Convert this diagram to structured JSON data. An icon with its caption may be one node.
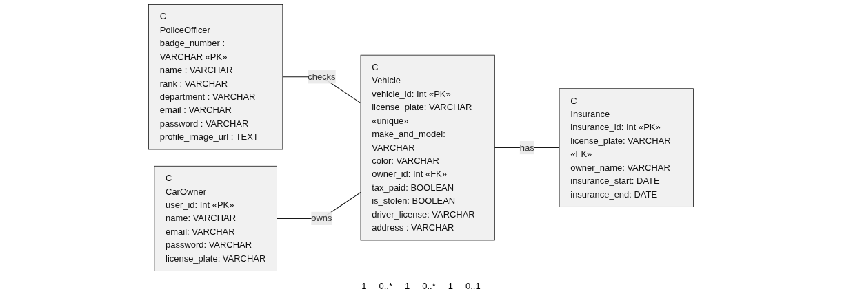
{
  "diagram": {
    "nodes": [
      {
        "text": [
          "C",
          "PoliceOfficer",
          "badge_number : VARCHAR «PK»",
          "name : VARCHAR",
          "rank : VARCHAR",
          "department : VARCHAR",
          "email : VARCHAR",
          "password : VARCHAR",
          "profile_image_url : TEXT"
        ]
      },
      {
        "text": [
          "C",
          "CarOwner",
          "user_id: Int «PK»",
          "name: VARCHAR",
          "email: VARCHAR",
          "password: VARCHAR",
          "license_plate: VARCHAR"
        ]
      },
      {
        "text": [
          "C",
          "Vehicle",
          "vehicle_id: Int «PK»",
          "license_plate: VARCHAR «unique»",
          "make_and_model: VARCHAR",
          "color: VARCHAR",
          "owner_id: Int «FK»",
          "tax_paid: BOOLEAN",
          "is_stolen: BOOLEAN",
          "driver_license: VARCHAR",
          "address : VARCHAR"
        ]
      },
      {
        "text": [
          "C",
          "Insurance",
          "insurance_id: Int «PK»",
          "license_plate: VARCHAR «FK»",
          "owner_name: VARCHAR",
          "insurance_start: DATE",
          "insurance_end: DATE"
        ]
      }
    ],
    "edges": [
      {
        "from": 0,
        "to": 2,
        "arrow": "none",
        "label": "checks"
      },
      {
        "from": 1,
        "to": 2,
        "arrow": "none",
        "label": "owns"
      },
      {
        "from": 2,
        "to": 3,
        "arrow": "none",
        "label": "has"
      }
    ],
    "labels": [
      "1",
      "0..*",
      "1",
      "0..*",
      "1",
      "0..1"
    ]
  }
}
